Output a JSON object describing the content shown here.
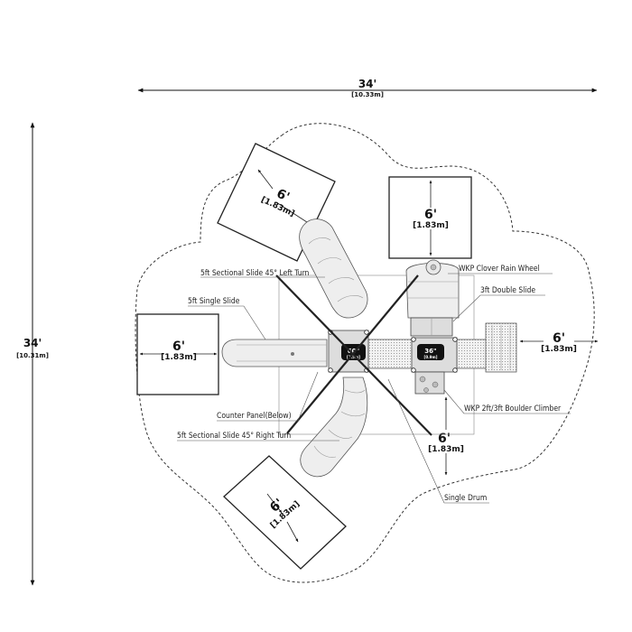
{
  "dimensions": {
    "width_ft": "34'",
    "width_m": "[10.33m]",
    "height_ft": "34'",
    "height_m": "[10.31m]"
  },
  "use_zones": {
    "top_left": {
      "ft": "6'",
      "m": "[1.83m]"
    },
    "top_right": {
      "ft": "6'",
      "m": "[1.83m]"
    },
    "left": {
      "ft": "6'",
      "m": "[1.83m]"
    },
    "right": {
      "ft": "6'",
      "m": "[1.83m]"
    },
    "bottom_center": {
      "ft": "6'",
      "m": "[1.83m]"
    },
    "bottom_left": {
      "ft": "6'",
      "m": "[1.83m]"
    }
  },
  "decks": {
    "center": {
      "height": "60\"",
      "metric": "[1.5m]"
    },
    "right": {
      "height": "36\"",
      "metric": "[0.9m]"
    }
  },
  "callouts": {
    "sectional_left": "5ft Sectional Slide 45° Left Turn",
    "single_slide": "5ft Single Slide",
    "counter_panel": "Counter Panel(Below)",
    "sectional_right": "5ft Sectional Slide 45° Right Turn",
    "rain_wheel": "WKP Clover Rain Wheel",
    "double_slide": "3ft Double Slide",
    "boulder_climber": "WKP 2ft/3ft Boulder Climber",
    "single_drum": "Single Drum"
  }
}
